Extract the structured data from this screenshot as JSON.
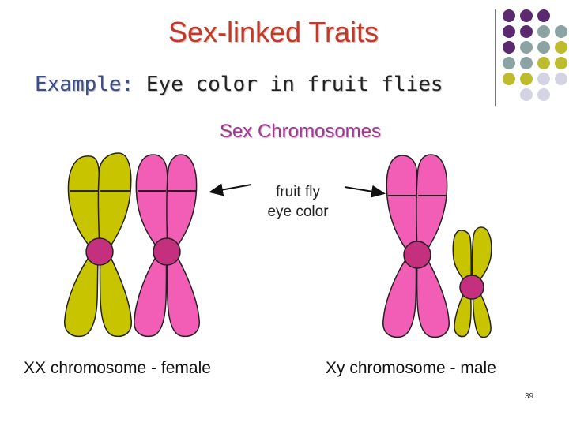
{
  "slide": {
    "title": "Sex-linked Traits",
    "subtitle_label": "Example:",
    "subtitle_text": " Eye color in fruit flies",
    "section_heading": "Sex Chromosomes",
    "annotation_line1": "fruit fly",
    "annotation_line2": "eye color",
    "caption_female": "XX chromosome - female",
    "caption_male": "Xy chromosome - male",
    "page_number": "39"
  },
  "colors": {
    "title": "#c0392b",
    "x_chromosome_yellow": "#c9c400",
    "x_chromosome_pink": "#f25db5",
    "centromere": "#c4307e",
    "dot_purple": "#5b2a6e",
    "dot_teal": "#8ca3a3",
    "dot_olive": "#bdbb2e",
    "dot_lavender": "#d3d3e3"
  }
}
